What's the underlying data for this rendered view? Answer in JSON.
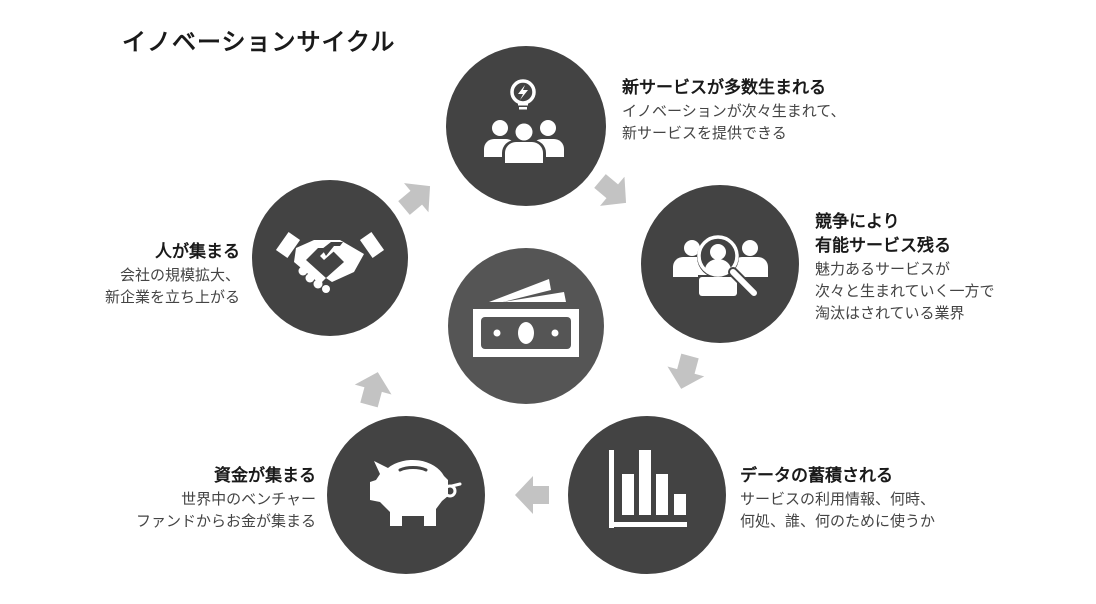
{
  "title": "イノベーションサイクル",
  "colors": {
    "circle": "#434343",
    "center_circle": "#555555",
    "arrow": "#c3c3c3",
    "icon": "#ffffff"
  },
  "nodes": [
    {
      "id": "new-services",
      "icon": "lightbulb-people-icon",
      "heading": [
        "新サービスが多数生まれる"
      ],
      "body": [
        "イノベーションが次々生まれて、",
        "新サービスを提供できる"
      ]
    },
    {
      "id": "competition",
      "icon": "people-search-icon",
      "heading": [
        "競争により",
        "有能サービス残る"
      ],
      "body": [
        "魅力あるサービスが",
        "次々と生まれていく一方で",
        "淘汰はされている業界"
      ]
    },
    {
      "id": "data",
      "icon": "bar-chart-icon",
      "heading": [
        "データの蓄積される"
      ],
      "body": [
        "サービスの利用情報、何時、",
        "何処、誰、何のために使うか"
      ]
    },
    {
      "id": "funding",
      "icon": "piggy-bank-icon",
      "heading": [
        "資金が集まる"
      ],
      "body": [
        "世界中のベンチャー",
        "ファンドからお金が集まる"
      ]
    },
    {
      "id": "people",
      "icon": "handshake-icon",
      "heading": [
        "人が集まる"
      ],
      "body": [
        "会社の規模拡大、",
        "新企業を立ち上がる"
      ]
    }
  ],
  "center": {
    "icon": "money-bills-icon"
  }
}
